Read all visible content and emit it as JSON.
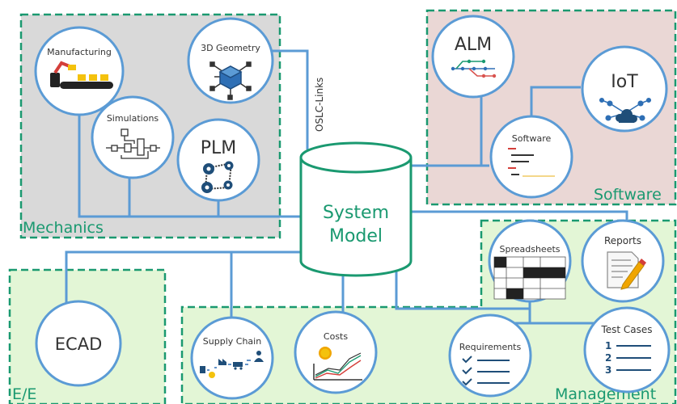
{
  "colors": {
    "connector": "#5b9bd5",
    "node_border": "#5b9bd5",
    "region_border": "#1a9970",
    "region_label": "#1a9970",
    "mechanics_fill": "#d9d9d9",
    "software_fill": "#ead7d5",
    "management_fill": "#e3f6d6",
    "ee_fill": "#e3f6d6",
    "model_text": "#1a9970"
  },
  "regions": {
    "mechanics": "Mechanics",
    "software": "Software",
    "ee": "E/E",
    "management": "Management"
  },
  "center": {
    "label_line1": "System",
    "label_line2": "Model"
  },
  "link_label": "OSLC-Links",
  "nodes": {
    "manufacturing": "Manufacturing",
    "geometry": "3D Geometry",
    "simulations": "Simulations",
    "plm": "PLM",
    "alm": "ALM",
    "iot": "IoT",
    "software": "Software",
    "ecad": "ECAD",
    "supply_chain": "Supply Chain",
    "costs": "Costs",
    "spreadsheets": "Spreadsheets",
    "reports": "Reports",
    "requirements": "Requirements",
    "test_cases": "Test Cases"
  },
  "test_case_numbers": [
    "1",
    "2",
    "3"
  ]
}
